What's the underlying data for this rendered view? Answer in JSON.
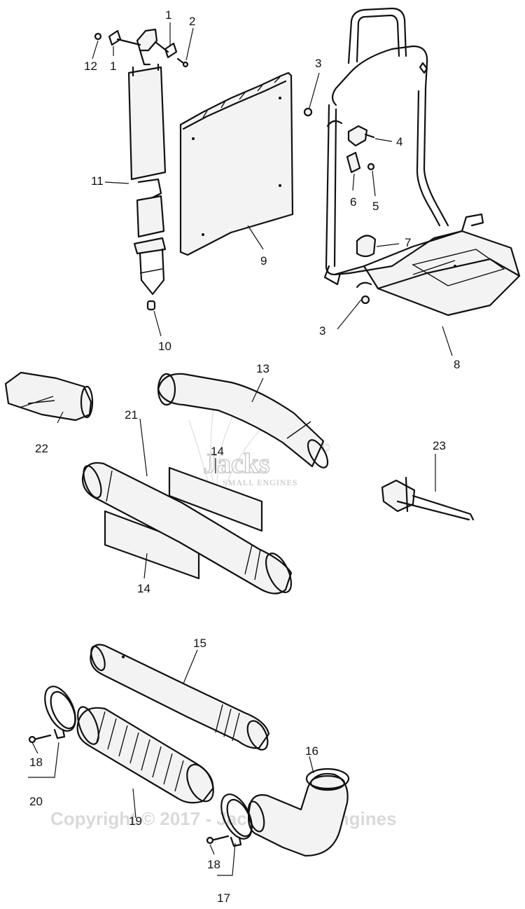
{
  "watermark": {
    "logo_text": "Jacks",
    "logo_mark": "©",
    "logo_subtitle": "SMALL ENGINES",
    "copyright": "Copyright © 2017 - Jacks Small Engines"
  },
  "callouts": {
    "c1a": "1",
    "c1b": "1",
    "c2": "2",
    "c3a": "3",
    "c3b": "3",
    "c4": "4",
    "c5": "5",
    "c6": "6",
    "c7": "7",
    "c8": "8",
    "c9": "9",
    "c10": "10",
    "c11": "11",
    "c12": "12",
    "c13": "13",
    "c14a": "14",
    "c14b": "14",
    "c15": "15",
    "c16": "16",
    "c17": "17",
    "c18a": "18",
    "c18b": "18",
    "c19": "19",
    "c20": "20",
    "c21": "21",
    "c22": "22",
    "c23": "23"
  }
}
